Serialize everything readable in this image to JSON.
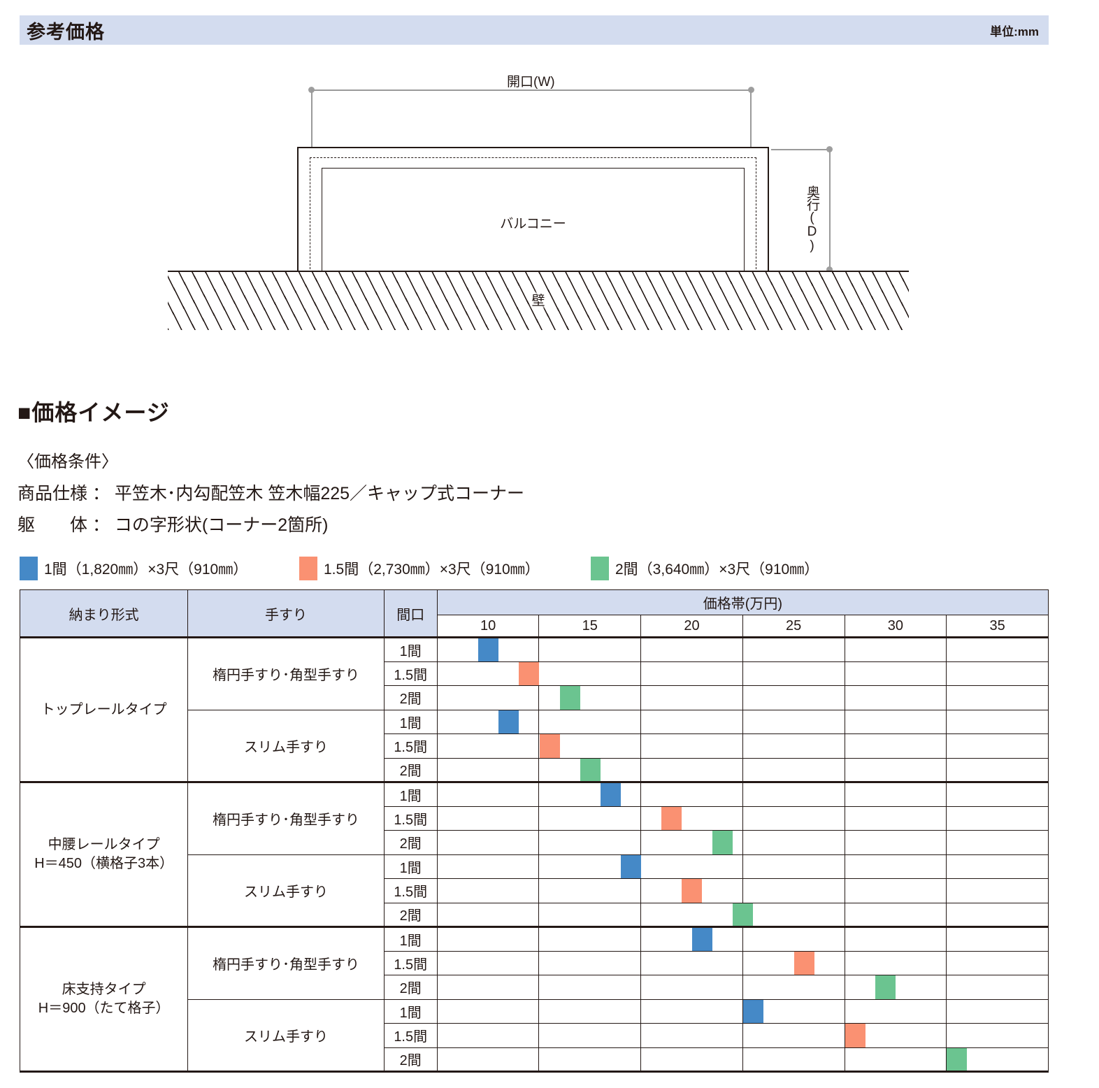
{
  "banner": {
    "title": "参考価格",
    "unit": "単位:mm"
  },
  "diagram": {
    "width_label": "開口(W)",
    "depth_label": "奥行(D)",
    "balcony_label": "バルコニー",
    "wall_label": "壁"
  },
  "price_image": {
    "section_heading": "■価格イメージ",
    "condition_heading": "〈価格条件〉",
    "condition_line1": "商品仕様 ： 平笠木･内勾配笠木 笠木幅225／キャップ式コーナー",
    "condition_line2": "躯　　体 ： コの字形状(コーナー2箇所)"
  },
  "legend": [
    {
      "label": "1間（1,820㎜）×3尺（910㎜）",
      "color": "#4589c7"
    },
    {
      "label": "1.5間（2,730㎜）×3尺（910㎜）",
      "color": "#fa9172"
    },
    {
      "label": "2間（3,640㎜）×3尺（910㎜）",
      "color": "#6bc490"
    }
  ],
  "table": {
    "headers": {
      "type": "納まり形式",
      "rail": "手すり",
      "span": "間口",
      "band": "価格帯(万円)"
    },
    "band_ticks": [
      "10",
      "15",
      "20",
      "25",
      "30",
      "35"
    ],
    "types": [
      {
        "label": "トップレールタイプ",
        "label_line2": ""
      },
      {
        "label": "中腰レールタイプ",
        "label_line2": "H＝450（横格子3本）"
      },
      {
        "label": "床支持タイプ",
        "label_line2": "H＝900（たて格子）"
      }
    ],
    "rails": [
      "楕円手すり･角型手すり",
      "スリム手すり"
    ],
    "spans": [
      "1間",
      "1.5間",
      "2間"
    ]
  },
  "chart_data": {
    "type": "bar",
    "title": "価格帯(万円)",
    "xlabel": "価格帯(万円)",
    "ylabel": "",
    "xlim": [
      7.5,
      37.5
    ],
    "x_ticks": [
      10,
      15,
      20,
      25,
      30,
      35
    ],
    "grid": true,
    "legend_position": "above",
    "series": [
      {
        "name": "1間（1,820㎜）×3尺（910㎜）",
        "color": "#4589c7"
      },
      {
        "name": "1.5間（2,730㎜）×3尺（910㎜）",
        "color": "#fa9172"
      },
      {
        "name": "2間（3,640㎜）×3尺（910㎜）",
        "color": "#6bc490"
      }
    ],
    "rows": [
      {
        "type": "トップレールタイプ",
        "rail": "楕円手すり･角型手すり",
        "span": "1間",
        "series": "1間（1,820㎜）×3尺（910㎜）",
        "color": "#4589c7",
        "value_low": 9.5,
        "value_high": 10.5
      },
      {
        "type": "トップレールタイプ",
        "rail": "楕円手すり･角型手すり",
        "span": "1.5間",
        "series": "1.5間（2,730㎜）×3尺（910㎜）",
        "color": "#fa9172",
        "value_low": 11.5,
        "value_high": 12.5
      },
      {
        "type": "トップレールタイプ",
        "rail": "楕円手すり･角型手すり",
        "span": "2間",
        "series": "2間（3,640㎜）×3尺（910㎜）",
        "color": "#6bc490",
        "value_low": 13.5,
        "value_high": 14.5
      },
      {
        "type": "トップレールタイプ",
        "rail": "スリム手すり",
        "span": "1間",
        "series": "1間（1,820㎜）×3尺（910㎜）",
        "color": "#4589c7",
        "value_low": 10.5,
        "value_high": 11.5
      },
      {
        "type": "トップレールタイプ",
        "rail": "スリム手すり",
        "span": "1.5間",
        "series": "1.5間（2,730㎜）×3尺（910㎜）",
        "color": "#fa9172",
        "value_low": 12.5,
        "value_high": 13.5
      },
      {
        "type": "トップレールタイプ",
        "rail": "スリム手すり",
        "span": "2間",
        "series": "2間（3,640㎜）×3尺（910㎜）",
        "color": "#6bc490",
        "value_low": 14.5,
        "value_high": 15.5
      },
      {
        "type": "中腰レールタイプ H＝450（横格子3本）",
        "rail": "楕円手すり･角型手すり",
        "span": "1間",
        "series": "1間（1,820㎜）×3尺（910㎜）",
        "color": "#4589c7",
        "value_low": 15.5,
        "value_high": 16.5
      },
      {
        "type": "中腰レールタイプ H＝450（横格子3本）",
        "rail": "楕円手すり･角型手すり",
        "span": "1.5間",
        "series": "1.5間（2,730㎜）×3尺（910㎜）",
        "color": "#fa9172",
        "value_low": 18.5,
        "value_high": 19.5
      },
      {
        "type": "中腰レールタイプ H＝450（横格子3本）",
        "rail": "楕円手すり･角型手すり",
        "span": "2間",
        "series": "2間（3,640㎜）×3尺（910㎜）",
        "color": "#6bc490",
        "value_low": 21.0,
        "value_high": 22.0
      },
      {
        "type": "中腰レールタイプ H＝450（横格子3本）",
        "rail": "スリム手すり",
        "span": "1間",
        "series": "1間（1,820㎜）×3尺（910㎜）",
        "color": "#4589c7",
        "value_low": 16.5,
        "value_high": 17.5
      },
      {
        "type": "中腰レールタイプ H＝450（横格子3本）",
        "rail": "スリム手すり",
        "span": "1.5間",
        "series": "1.5間（2,730㎜）×3尺（910㎜）",
        "color": "#fa9172",
        "value_low": 19.5,
        "value_high": 20.5
      },
      {
        "type": "中腰レールタイプ H＝450（横格子3本）",
        "rail": "スリム手すり",
        "span": "2間",
        "series": "2間（3,640㎜）×3尺（910㎜）",
        "color": "#6bc490",
        "value_low": 22.0,
        "value_high": 23.0
      },
      {
        "type": "床支持タイプ H＝900（たて格子）",
        "rail": "楕円手すり･角型手すり",
        "span": "1間",
        "series": "1間（1,820㎜）×3尺（910㎜）",
        "color": "#4589c7",
        "value_low": 20.0,
        "value_high": 21.0
      },
      {
        "type": "床支持タイプ H＝900（たて格子）",
        "rail": "楕円手すり･角型手すり",
        "span": "1.5間",
        "series": "1.5間（2,730㎜）×3尺（910㎜）",
        "color": "#fa9172",
        "value_low": 25.0,
        "value_high": 26.0
      },
      {
        "type": "床支持タイプ H＝900（たて格子）",
        "rail": "楕円手すり･角型手すり",
        "span": "2間",
        "series": "2間（3,640㎜）×3尺（910㎜）",
        "color": "#6bc490",
        "value_low": 29.0,
        "value_high": 30.0
      },
      {
        "type": "床支持タイプ H＝900（たて格子）",
        "rail": "スリム手すり",
        "span": "1間",
        "series": "1間（1,820㎜）×3尺（910㎜）",
        "color": "#4589c7",
        "value_low": 22.5,
        "value_high": 23.5
      },
      {
        "type": "床支持タイプ H＝900（たて格子）",
        "rail": "スリム手すり",
        "span": "1.5間",
        "series": "1.5間（2,730㎜）×3尺（910㎜）",
        "color": "#fa9172",
        "value_low": 27.5,
        "value_high": 28.5
      },
      {
        "type": "床支持タイプ H＝900（たて格子）",
        "rail": "スリム手すり",
        "span": "2間",
        "series": "2間（3,640㎜）×3尺（910㎜）",
        "color": "#6bc490",
        "value_low": 32.5,
        "value_high": 33.5
      }
    ]
  }
}
